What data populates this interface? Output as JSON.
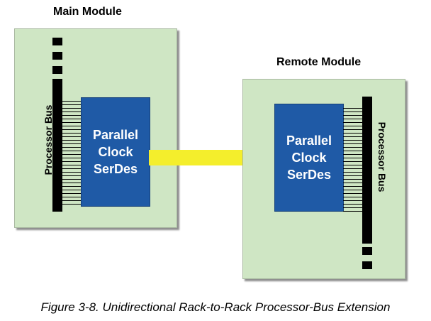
{
  "main_module": {
    "title": "Main Module",
    "bus_label": "Processor Bus",
    "serdes_lines": [
      "Parallel",
      "Clock",
      "SerDes"
    ]
  },
  "remote_module": {
    "title": "Remote Module",
    "bus_label": "Processor Bus",
    "serdes_lines": [
      "Parallel",
      "Clock",
      "SerDes"
    ]
  },
  "caption": "Figure 3-8. Unidirectional Rack-to-Rack Processor-Bus Extension",
  "colors": {
    "module_fill": "#cfe6c4",
    "serdes_fill": "#1f5aa6",
    "arrow_fill": "#f4ee2c"
  },
  "icons": [
    "right-arrow-icon"
  ]
}
